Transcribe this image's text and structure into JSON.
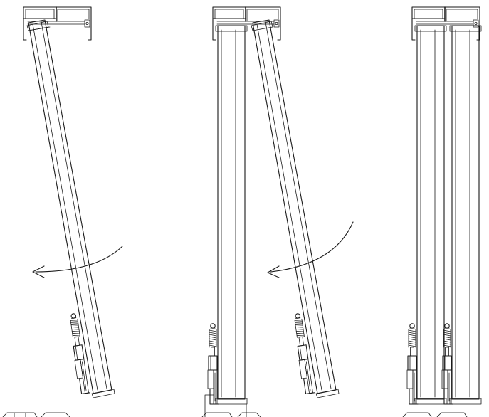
{
  "diagram": {
    "kind": "technical line drawing",
    "description_visible_text": "",
    "stages": [
      {
        "id": "stage-1",
        "state": "one panel tilting out, rotation arrow shown"
      },
      {
        "id": "stage-2",
        "state": "one panel vertical, second panel tilting out, rotation arrow shown"
      },
      {
        "id": "stage-3",
        "state": "both panels vertical"
      }
    ],
    "icons": [
      "rotation-arrow-icon",
      "spring-latch-icon",
      "ceiling-track-icon"
    ],
    "colors": {
      "ink": "#1a1a1a",
      "background": "#ffffff"
    }
  }
}
